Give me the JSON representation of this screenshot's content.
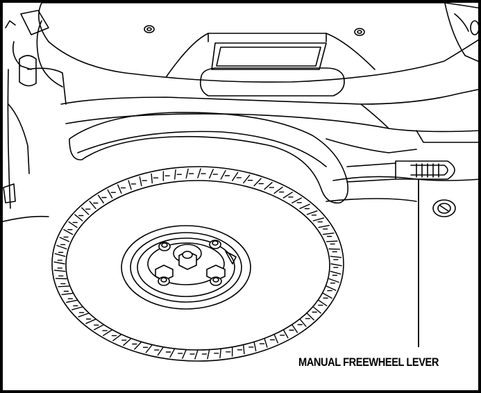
{
  "callout": {
    "label": "MANUAL FREEWHEEL LEVER"
  },
  "colors": {
    "line": "#000000",
    "background": "#ffffff"
  },
  "figure": {
    "subject": "power chair rear wheel with manual freewheel lever",
    "style": "black line art"
  }
}
